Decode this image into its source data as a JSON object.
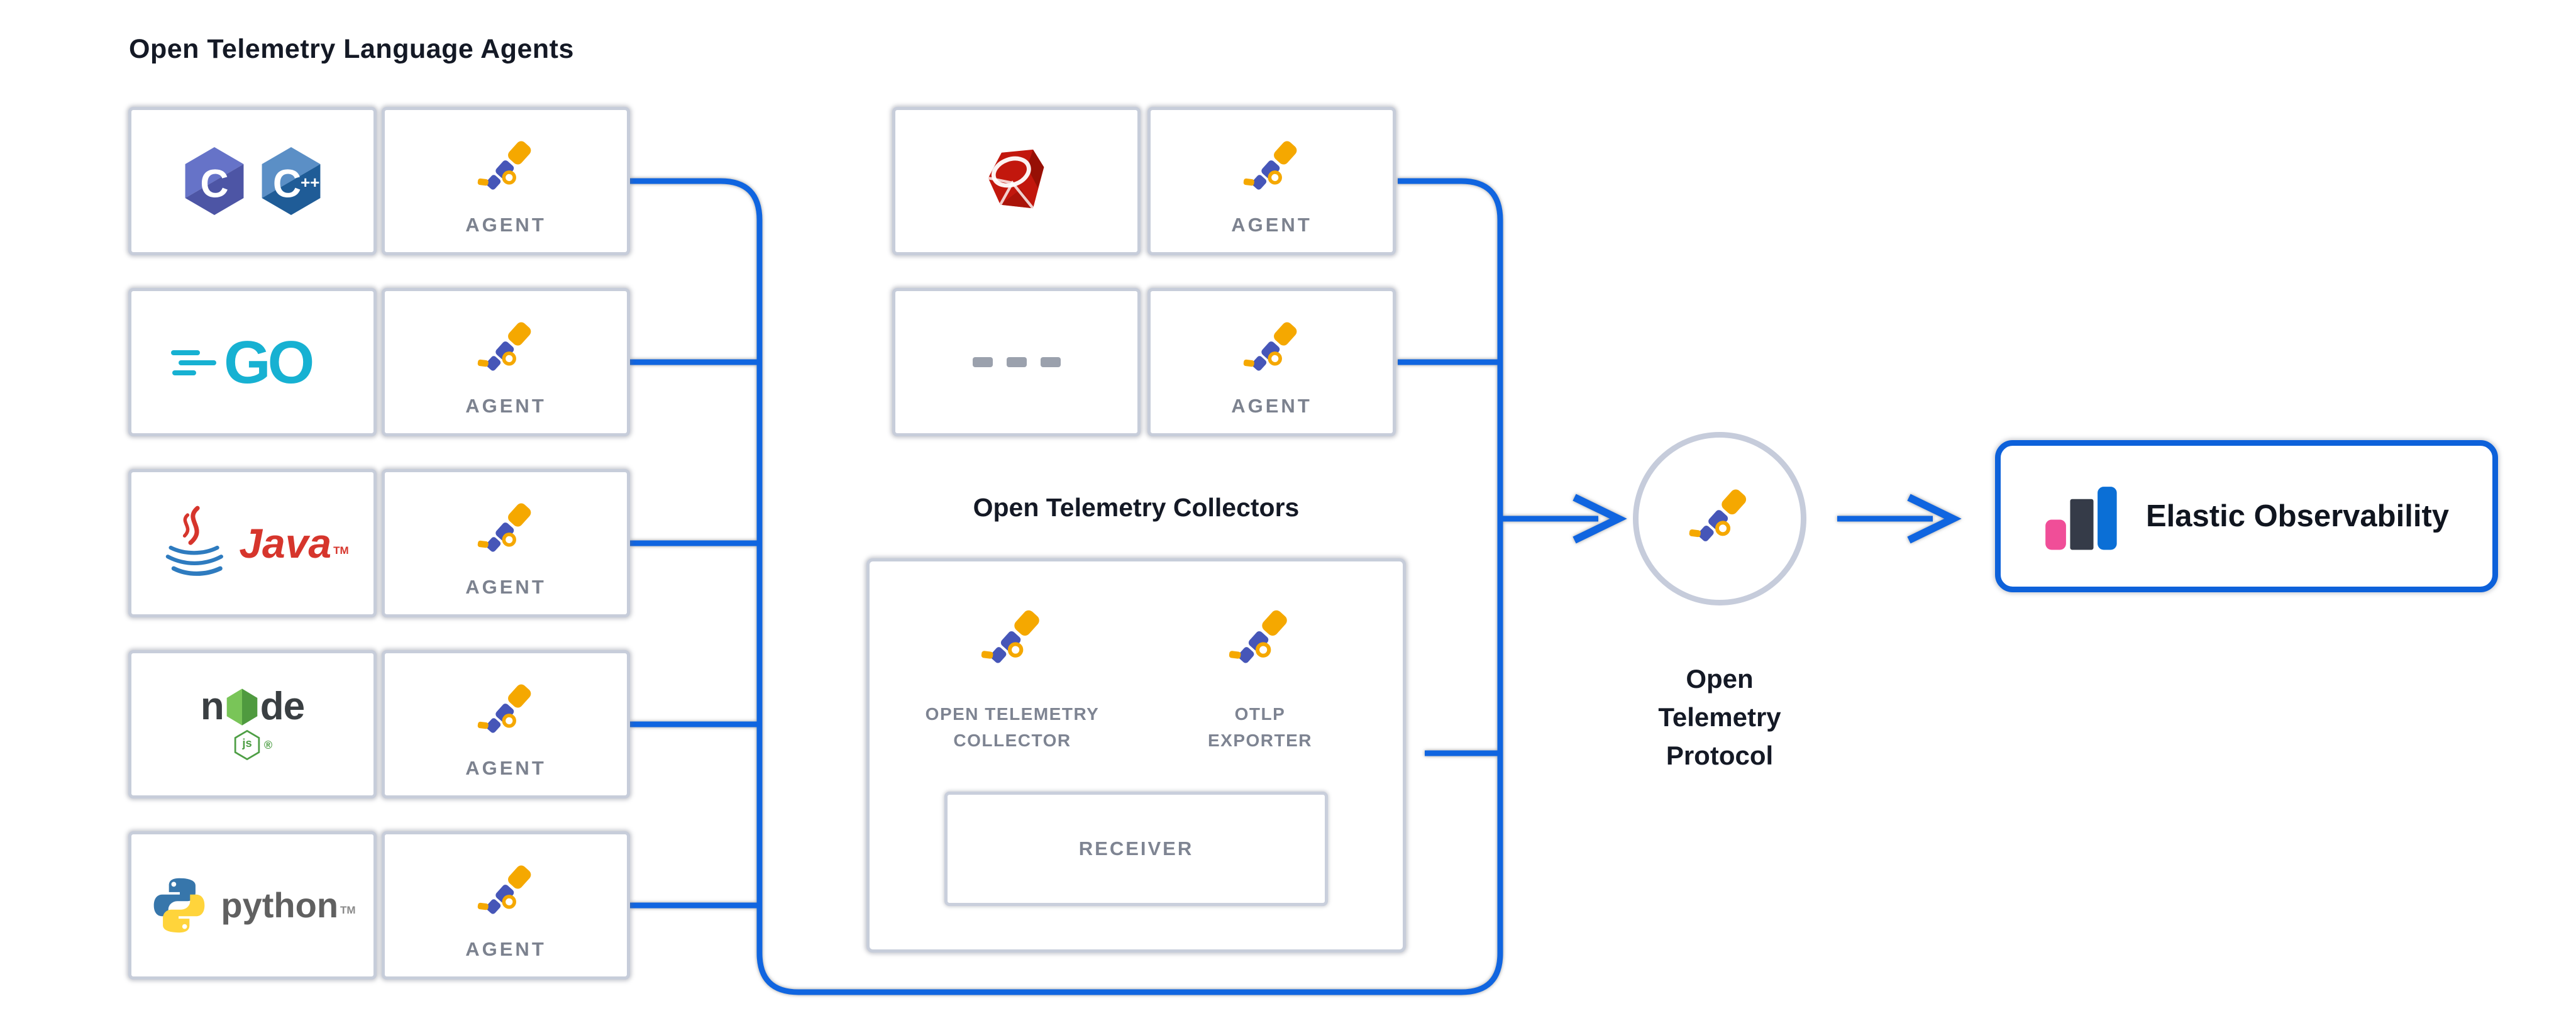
{
  "left_section": {
    "title": "Open Telemetry Language Agents",
    "agent_label": "AGENT",
    "rows": [
      {
        "language": "C / C++"
      },
      {
        "language": "Go"
      },
      {
        "language": "Java"
      },
      {
        "language": "Node.js"
      },
      {
        "language": "Python"
      }
    ]
  },
  "middle_section": {
    "collectors_title": "Open Telemetry Collectors",
    "ruby_row": {
      "language": "Ruby"
    },
    "more_row": {
      "placeholder": "..."
    },
    "collector_label": "OPEN TELEMETRY\nCOLLECTOR",
    "exporter_label": "OTLP\nEXPORTER",
    "receiver_label": "RECEIVER"
  },
  "protocol": {
    "label": "Open\nTelemetry\nProtocol"
  },
  "destination": {
    "label": "Elastic Observability"
  },
  "logo_text": {
    "c": "C",
    "cpp": "C",
    "cpp_plus": "++",
    "go": "GO",
    "java": "Java",
    "java_tm": "TM",
    "node": "n",
    "node_end": "de",
    "node_js": "js",
    "node_reg": "®",
    "python": "python",
    "python_tm": "TM"
  },
  "colors": {
    "line_blue": "#1065e0",
    "box_border": "#c7cdda",
    "agent_text": "#7c828f",
    "dark_text": "#141925",
    "elastic_border": "#0d61da",
    "otel_orange": "#f5a800",
    "otel_blue": "#4656b8",
    "elastic_pink": "#f04e98",
    "elastic_dark": "#353b48",
    "elastic_blue": "#0b6fd6"
  }
}
